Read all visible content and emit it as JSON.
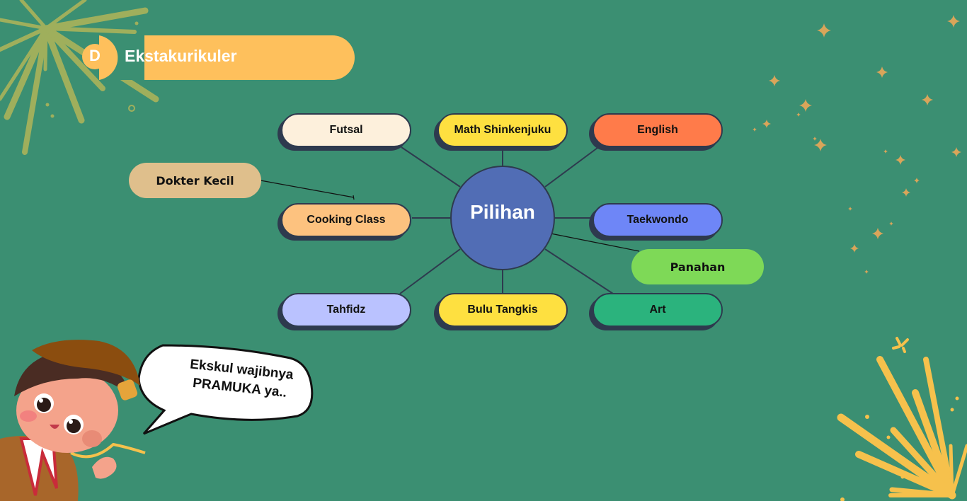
{
  "header": {
    "letter": "D",
    "title": "Ekstakurikuler",
    "accent_color": "#fec05c"
  },
  "mindmap": {
    "center": {
      "label": "Pilihan",
      "color": "#516db5"
    },
    "branches": [
      {
        "label": "Futsal",
        "color": "#fdf0dc"
      },
      {
        "label": "Math Shinkenjuku",
        "color": "#fee040"
      },
      {
        "label": "English",
        "color": "#ff7b4a"
      },
      {
        "label": "Cooking Class",
        "color": "#fdc27f"
      },
      {
        "label": "Taekwondo",
        "color": "#6e86f7"
      },
      {
        "label": "Tahfidz",
        "color": "#bac2ff"
      },
      {
        "label": "Bulu Tangkis",
        "color": "#fee040"
      },
      {
        "label": "Art",
        "color": "#2bb37d"
      }
    ],
    "annotations": [
      {
        "label": "Dokter Kecil",
        "color": "#dfbf8c"
      },
      {
        "label": "Panahan",
        "color": "#7ed957"
      }
    ]
  },
  "character": {
    "speech_line1": "Ekskul wajibnya",
    "speech_line2": "PRAMUKA ya.."
  },
  "decorations": {
    "firework_top_left": "firework-icon",
    "sparkles_right": "sparkle-icon",
    "firework_bottom_right": "firework-icon"
  }
}
